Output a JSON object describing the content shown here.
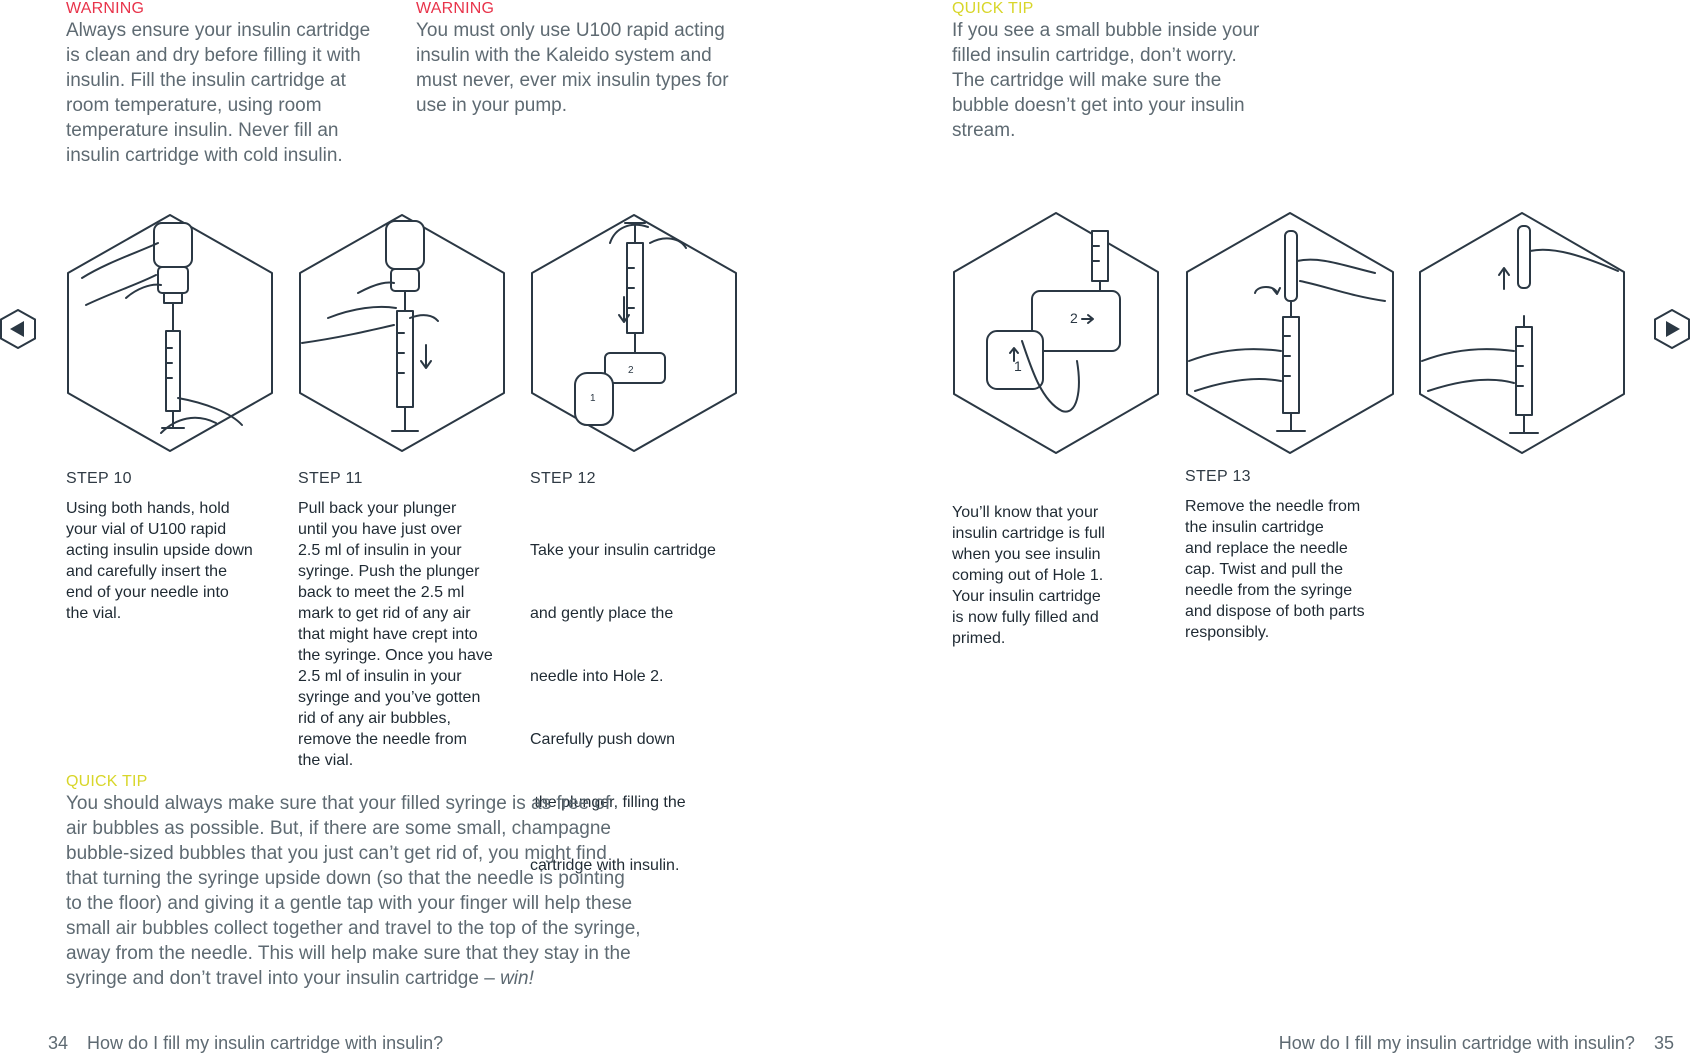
{
  "left_page": {
    "warning_1": {
      "label": "WARNING",
      "lines": [
        "Always ensure your insulin cartridge",
        "is clean and dry before filling it with",
        "insulin. Fill the insulin cartridge at",
        "room temperature, using room",
        "temperature insulin. Never fill an",
        "insulin cartridge with cold insulin."
      ]
    },
    "warning_2": {
      "label": "WARNING",
      "lines": [
        "You must only use U100 rapid acting",
        "insulin with the Kaleido system and",
        "must never, ever mix insulin types for",
        "use in your pump."
      ]
    },
    "steps": [
      {
        "title": "STEP 10",
        "lines": [
          "Using both hands, hold",
          "your vial of U100 rapid",
          "acting insulin upside down",
          "and carefully insert the",
          "end of your needle into",
          "the vial."
        ]
      },
      {
        "title": "STEP 11",
        "lines": [
          "Pull back your plunger",
          "until you have just over",
          "2.5 ml of insulin in your",
          "syringe. Push the plunger",
          "back to meet the 2.5 ml",
          "mark to get rid of any air",
          "that might have crept into",
          "the syringe. Once you have",
          "2.5 ml of insulin in your",
          "syringe and you’ve gotten",
          "rid of any air bubbles,",
          "remove the needle from",
          "the vial."
        ]
      },
      {
        "title": "STEP 12",
        "lines": [
          "Take your insulin cartridge",
          "and gently place the",
          "needle into Hole 2.",
          "Carefully push down",
          " the plunger, filling the",
          "cartridge with insulin."
        ]
      }
    ],
    "quick_tip": {
      "label": "QUICK TIP",
      "lines": [
        "You should always make sure that your filled syringe is as free of",
        "air bubbles as possible. But, if there are some small, champagne",
        "bubble-sized bubbles that you just can’t get rid of, you might find",
        "that turning the syringe upside down (so that the needle is pointing",
        "to the floor) and giving it a gentle tap with your finger will help these",
        "small air bubbles collect together and travel to the top of the syringe,",
        "away from the needle. This will help make sure that they stay in the"
      ],
      "last_line": "syringe and don’t travel into your insulin cartridge – ",
      "last_emph": "win!"
    },
    "footer": {
      "page_number": "34",
      "title": "How do I fill my insulin cartridge with insulin?"
    },
    "cartridge_hole_1": "1",
    "cartridge_hole_2": "2"
  },
  "right_page": {
    "quick_tip": {
      "label": "QUICK TIP",
      "lines": [
        "If you see a small bubble inside your",
        "filled insulin cartridge, don’t worry.",
        "The cartridge will make sure the",
        "bubble doesn’t get into your insulin",
        "stream."
      ]
    },
    "primed_text": [
      "You’ll know that your",
      "insulin cartridge is full",
      "when you see insulin",
      "coming out of Hole 1.",
      "Your insulin cartridge",
      "is now fully filled and",
      "primed."
    ],
    "step_13": {
      "title": "STEP 13",
      "lines": [
        "Remove the needle from",
        "the insulin cartridge",
        "and replace the needle",
        "cap. Twist and pull the",
        "needle from the syringe",
        "and dispose of both parts",
        "responsibly."
      ]
    },
    "footer": {
      "title": "How do I fill my insulin cartridge with insulin?",
      "page_number": "35"
    },
    "cartridge_hole_1": "1",
    "cartridge_hole_2": "2"
  },
  "nav": {
    "prev_icon": "triangle-left-icon",
    "next_icon": "triangle-right-icon"
  },
  "colors": {
    "warning": "#e8334a",
    "quick_tip": "#d8d62a",
    "text": "#3a4750",
    "line_art": "#2b3844"
  }
}
